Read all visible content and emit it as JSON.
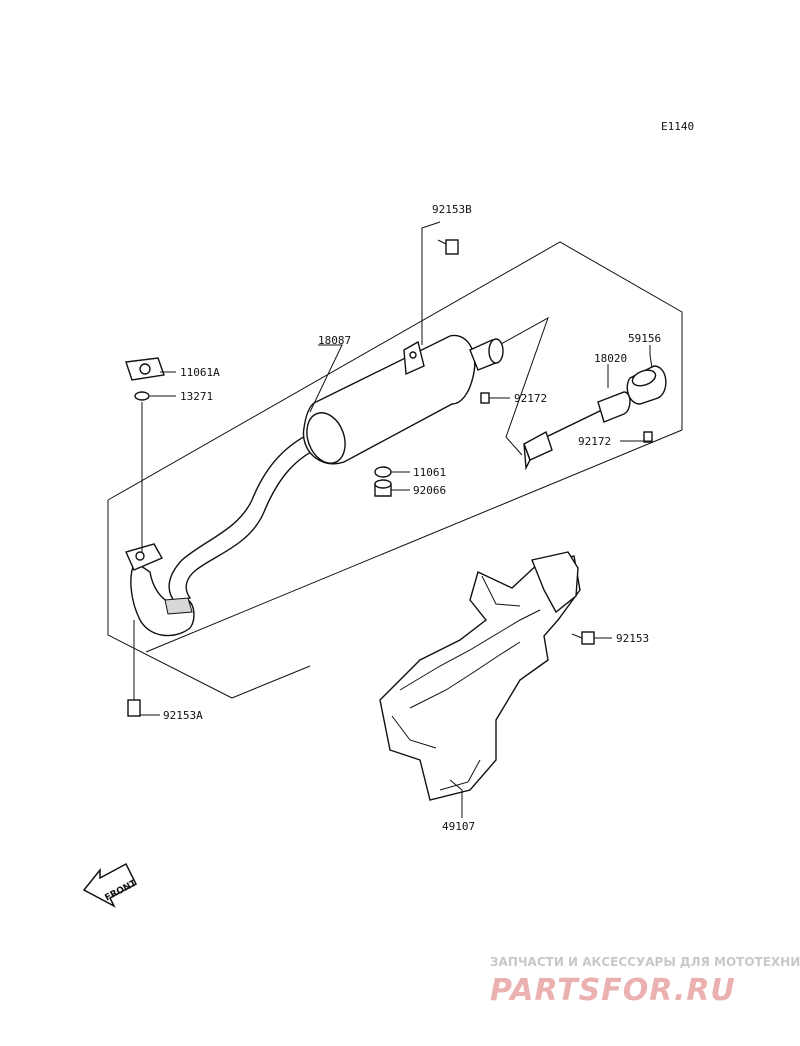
{
  "diagram_code": "E1140",
  "parts": {
    "p92153B": "92153B",
    "p18087": "18087",
    "p11061A": "11061A",
    "p13271": "13271",
    "p92172a": "92172",
    "p59156": "59156",
    "p18020": "18020",
    "p92172b": "92172",
    "p11061": "11061",
    "p92066": "92066",
    "p92153": "92153",
    "p92153A": "92153A",
    "p49107": "49107"
  },
  "front_arrow_label": "FRONT",
  "watermark": {
    "tagline": "ЗАПЧАСТИ И АКСЕССУАРЫ ДЛЯ МОТОТЕХНИКИ",
    "brand": "PARTSFOR.RU"
  },
  "colors": {
    "line": "#111111",
    "watermark_brand": "#ebb0b0",
    "watermark_tagline": "#c8c8c8"
  }
}
